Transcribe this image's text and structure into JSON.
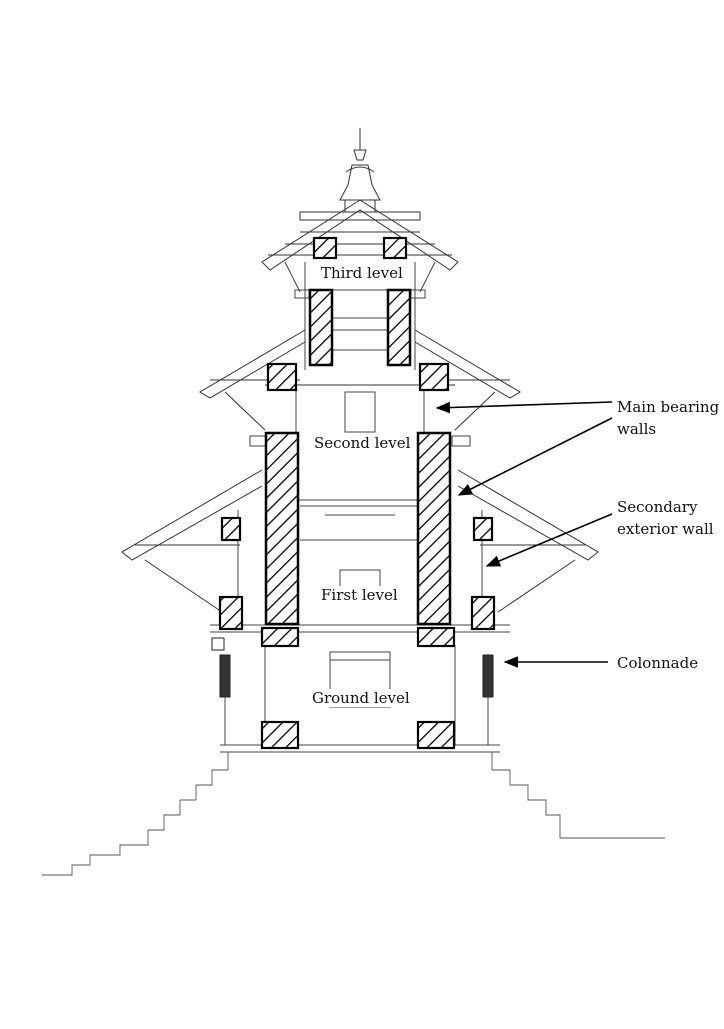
{
  "levels": {
    "third": "Third level",
    "second": "Second level",
    "first": "First level",
    "ground": "Ground level"
  },
  "callouts": {
    "main_bearing": [
      "Main bearing",
      "walls"
    ],
    "secondary_exterior": [
      "Secondary",
      "exterior wall"
    ],
    "colonnade": "Colonnade"
  },
  "colors": {
    "line": "#222222",
    "hatch": "#000000",
    "background": "#ffffff"
  }
}
